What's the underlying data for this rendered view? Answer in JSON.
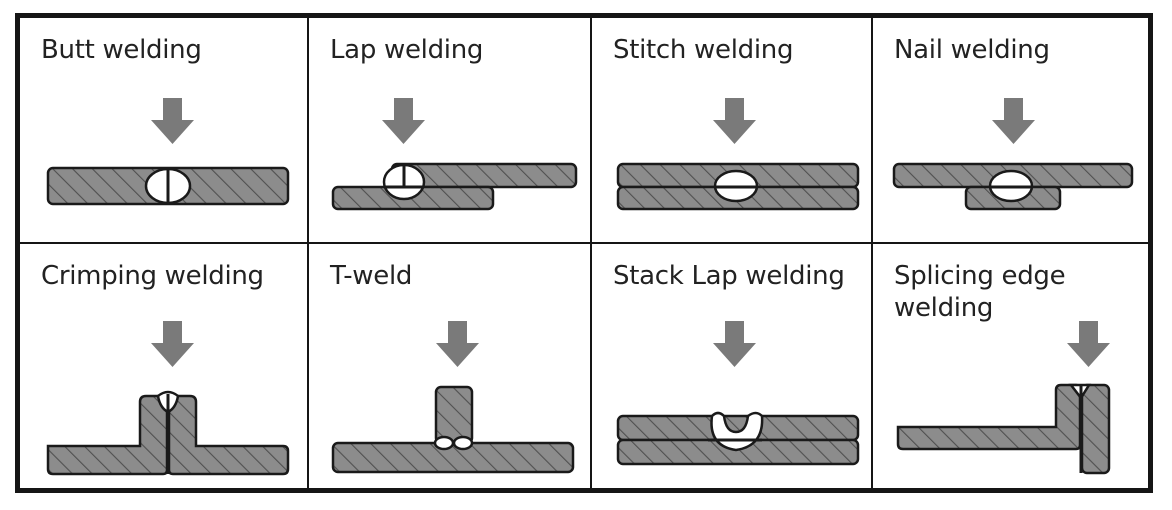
{
  "diagram": {
    "panels": [
      {
        "id": "butt",
        "label": "Butt welding"
      },
      {
        "id": "lap",
        "label": "Lap welding"
      },
      {
        "id": "stitch",
        "label": "Stitch welding"
      },
      {
        "id": "nail",
        "label": "Nail welding"
      },
      {
        "id": "crimping",
        "label": "Crimping welding"
      },
      {
        "id": "tweld",
        "label": "T-weld"
      },
      {
        "id": "stacklap",
        "label": "Stack Lap welding"
      },
      {
        "id": "splicing",
        "label": "Splicing edge\nwelding"
      }
    ]
  },
  "colors": {
    "plate": "#8c8c8c",
    "hatch": "#505050",
    "arrow": "#7a7a7a",
    "outline": "#1a1a1a",
    "border": "#151515"
  }
}
